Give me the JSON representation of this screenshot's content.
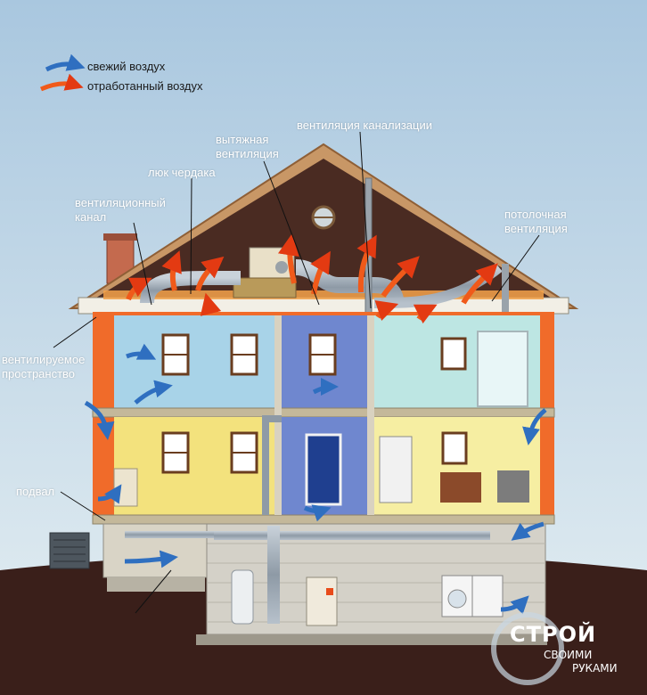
{
  "legend": {
    "fresh_air": "свежий воздух",
    "exhaust_air": "отработанный воздух",
    "fresh_color": "#2f6fc0",
    "exhaust_color": "#f05a1a"
  },
  "labels": {
    "sewer_vent": "вентиляция канализации",
    "exhaust_vent_1": "вытяжная",
    "exhaust_vent_2": "вентиляция",
    "attic_hatch": "люк чердака",
    "vent_duct_1": "вентиляционный",
    "vent_duct_2": "канал",
    "ceiling_vent_1": "потолочная",
    "ceiling_vent_2": "вентиляция",
    "ventilated_space_1": "вентилируемое",
    "ventilated_space_2": "пространство",
    "basement": "подвал"
  },
  "watermark": {
    "line1": "СТРОЙ",
    "line2": "СВОИМИ",
    "line3": "РУКАМИ"
  },
  "colors": {
    "sky_top": "#aac8e0",
    "sky_bottom": "#d7e6ef",
    "ground": "#3a1f1a",
    "roof": "#c38a5a",
    "wall_blue": "#a8d3e8",
    "wall_yellow": "#f3e27d",
    "wall_violet": "#6f87cf"
  }
}
